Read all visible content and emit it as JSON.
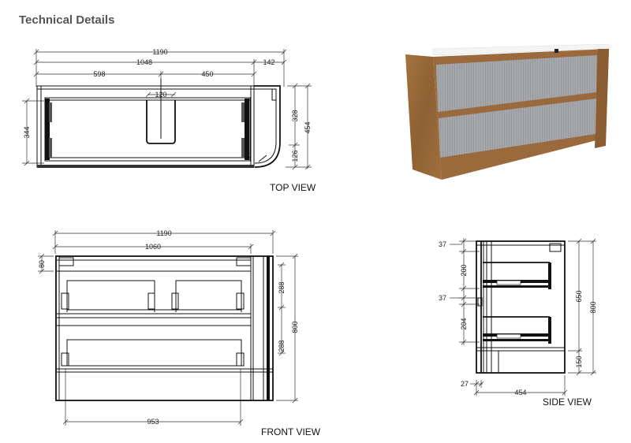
{
  "header": {
    "title": "Technical Details"
  },
  "views": {
    "top": {
      "label": "TOP VIEW",
      "dimensions": {
        "overall_width": "1190",
        "inner_width": "1048",
        "side_section": "142",
        "left_segment": "598",
        "right_segment": "450",
        "cutout_width": "120",
        "inner_depth": "344",
        "depth_upper": "328",
        "depth_lower": "126",
        "overall_depth": "454"
      }
    },
    "front": {
      "label": "FRONT VIEW",
      "dimensions": {
        "overall_width": "1190",
        "drawer_width": "1060",
        "top_rail": "80",
        "drawer_upper": "288",
        "drawer_lower": "288",
        "overall_height": "800",
        "inner_drawer_width": "953"
      }
    },
    "side": {
      "label": "SIDE VIEW",
      "dimensions": {
        "top_gap": "37",
        "upper_drawer": "200",
        "mid_gap": "37",
        "lower_drawer": "204",
        "body_height": "650",
        "overall_height": "800",
        "plinth": "150",
        "front_thickness": "27",
        "depth": "454"
      }
    },
    "render": {
      "description": "3D render of vanity with timber frame and two grey fluted drawers",
      "colors": {
        "timber": "#9a6a3c",
        "timber_dark": "#7d532c",
        "drawer": "#a3a5a8",
        "top": "#f2f2f2"
      }
    }
  }
}
